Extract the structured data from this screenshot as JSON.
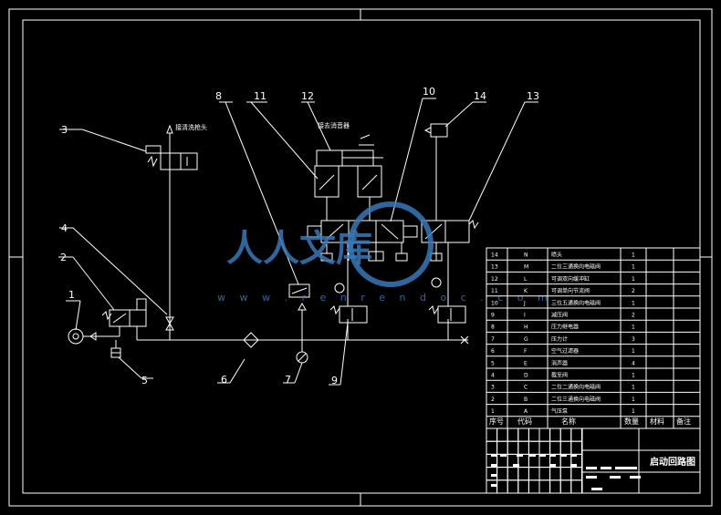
{
  "callouts": [
    "1",
    "2",
    "3",
    "4",
    "5",
    "6",
    "7",
    "8",
    "9",
    "10",
    "11",
    "12",
    "13",
    "14"
  ],
  "annotations": {
    "spray_gun": "接清洗枪头",
    "muffler": "接去消音器"
  },
  "watermark": {
    "logo_text": "人人文库",
    "url": "w w w . r e n r e n d o c . c o m"
  },
  "bom": {
    "rows": [
      {
        "seq": "14",
        "code": "N",
        "name": "喷头",
        "qty": "1"
      },
      {
        "seq": "13",
        "code": "M",
        "name": "二位三通换向电磁阀",
        "qty": "1"
      },
      {
        "seq": "12",
        "code": "L",
        "name": "可调双向缓冲缸",
        "qty": "1"
      },
      {
        "seq": "11",
        "code": "K",
        "name": "可调单向节流阀",
        "qty": "2"
      },
      {
        "seq": "10",
        "code": "J",
        "name": "三位五通换向电磁阀",
        "qty": "1"
      },
      {
        "seq": "9",
        "code": "I",
        "name": "减压阀",
        "qty": "2"
      },
      {
        "seq": "8",
        "code": "H",
        "name": "压力继电器",
        "qty": "1"
      },
      {
        "seq": "7",
        "code": "G",
        "name": "压力计",
        "qty": "3"
      },
      {
        "seq": "6",
        "code": "F",
        "name": "空气过滤器",
        "qty": "1"
      },
      {
        "seq": "5",
        "code": "E",
        "name": "消声器",
        "qty": "4"
      },
      {
        "seq": "4",
        "code": "D",
        "name": "截至阀",
        "qty": "1"
      },
      {
        "seq": "3",
        "code": "C",
        "name": "二位二通换向电磁阀",
        "qty": "1"
      },
      {
        "seq": "2",
        "code": "B",
        "name": "二位三通换向电磁阀",
        "qty": "1"
      },
      {
        "seq": "1",
        "code": "A",
        "name": "气压泵",
        "qty": "1"
      }
    ],
    "header": {
      "seq": "序号",
      "code": "代码",
      "name": "名称",
      "qty": "数量",
      "material": "材料",
      "remark": "备注"
    }
  },
  "title_block": {
    "drawing_title": "启动回路图"
  },
  "colors": {
    "background": "#000000",
    "line": "#ffffff",
    "watermark": "#3a78b8"
  }
}
